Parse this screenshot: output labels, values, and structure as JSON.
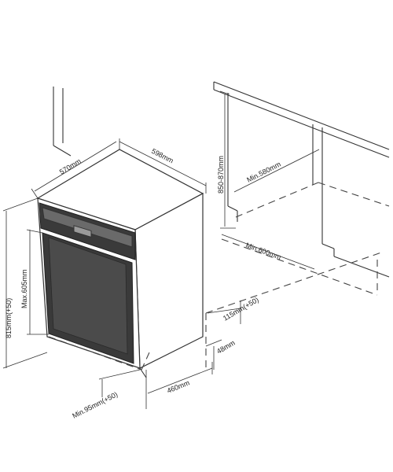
{
  "dimensions": {
    "width": "598mm",
    "depth": "570mm",
    "height": "815mm(+50)",
    "door_height": "Max.605mm",
    "niche_height": "850-870mm",
    "niche_width": "Min.580mm",
    "niche_depth": "Min.600mm",
    "plinth_height": "115mm(+50)",
    "plinth_gap": "48mm",
    "plinth_depth": "460mm",
    "foot_height": "Min.95mm(+50)"
  },
  "colors": {
    "line": "#333333",
    "appliance_dark": "#3a3a3a",
    "appliance_mid": "#6a6a6a",
    "background": "#ffffff"
  }
}
